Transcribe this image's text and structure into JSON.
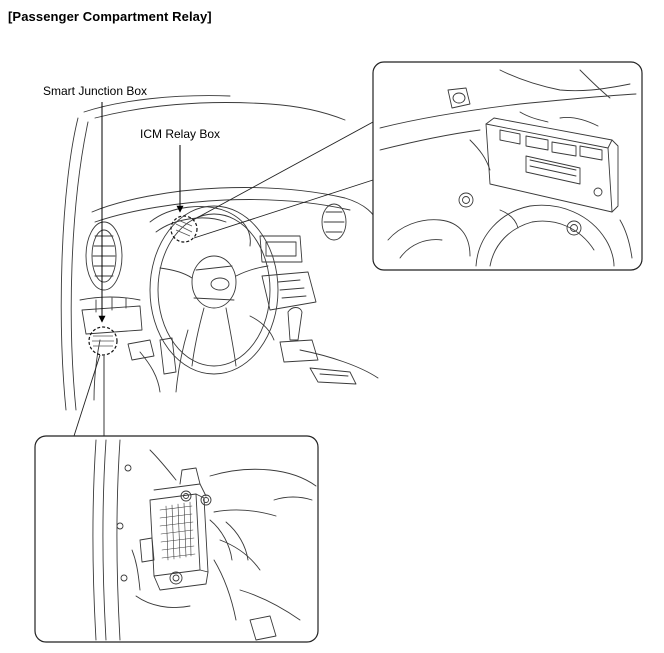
{
  "title": "[Passenger Compartment Relay]",
  "labels": {
    "smart_junction_box": "Smart Junction Box",
    "icm_relay_box": "ICM Relay Box"
  },
  "colors": {
    "line": "#3a3a3a",
    "frame": "#222222",
    "light": "#8a8a8a"
  }
}
